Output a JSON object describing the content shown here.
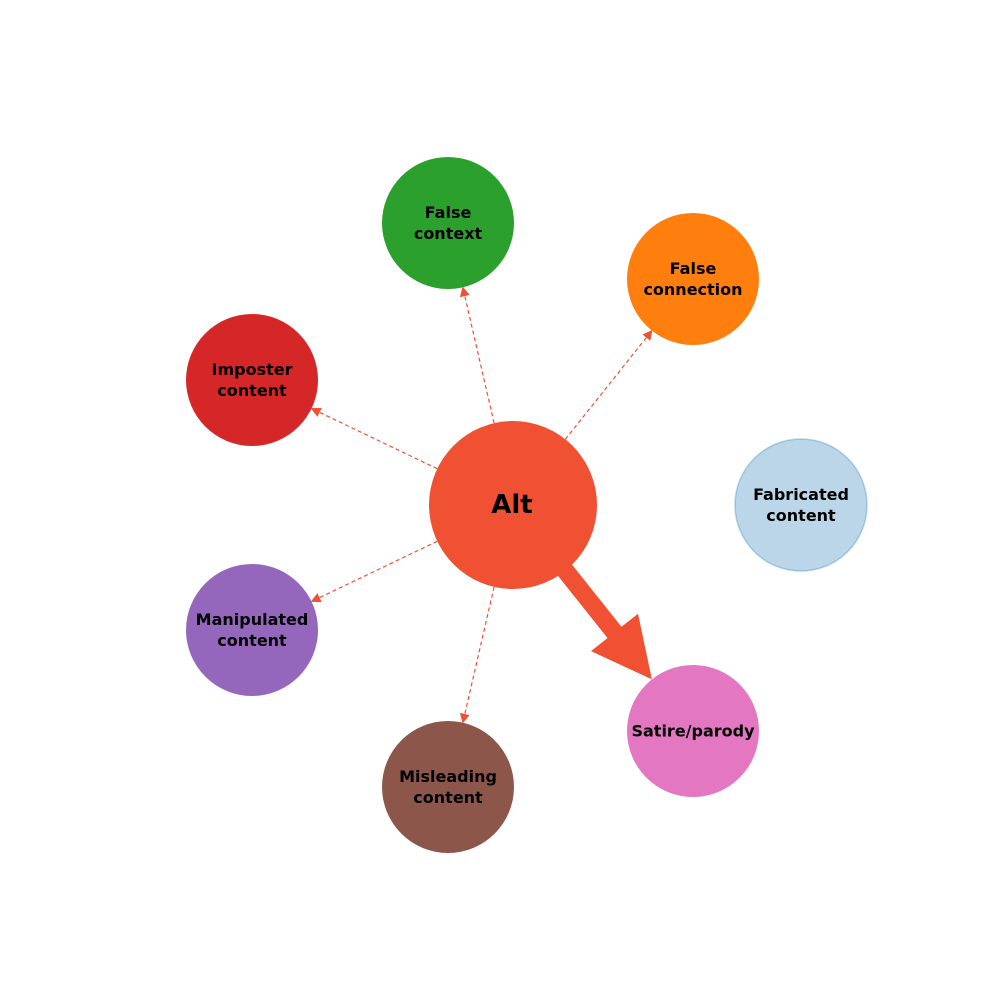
{
  "diagram": {
    "center": {
      "label": "Alt",
      "color": "#f05133"
    },
    "edge_color": "#f05133",
    "nodes": [
      {
        "id": "false-context",
        "lines": [
          "False",
          "context"
        ],
        "color": "#2ca02c",
        "faded": false,
        "edge": "dashed"
      },
      {
        "id": "false-connection",
        "lines": [
          "False",
          "connection"
        ],
        "color": "#ff7f0e",
        "faded": false,
        "edge": "dashed"
      },
      {
        "id": "fabricated-content",
        "lines": [
          "Fabricated",
          "content"
        ],
        "color": "#1f77b4",
        "faded": true,
        "edge": "none"
      },
      {
        "id": "satire-parody",
        "lines": [
          "Satire/parody"
        ],
        "color": "#e377c2",
        "faded": false,
        "edge": "thick"
      },
      {
        "id": "misleading-content",
        "lines": [
          "Misleading",
          "content"
        ],
        "color": "#8c564b",
        "faded": false,
        "edge": "dashed"
      },
      {
        "id": "manipulated-content",
        "lines": [
          "Manipulated",
          "content"
        ],
        "color": "#9467bd",
        "faded": false,
        "edge": "dashed"
      },
      {
        "id": "imposter-content",
        "lines": [
          "Imposter",
          "content"
        ],
        "color": "#d62728",
        "faded": false,
        "edge": "dashed"
      }
    ]
  }
}
